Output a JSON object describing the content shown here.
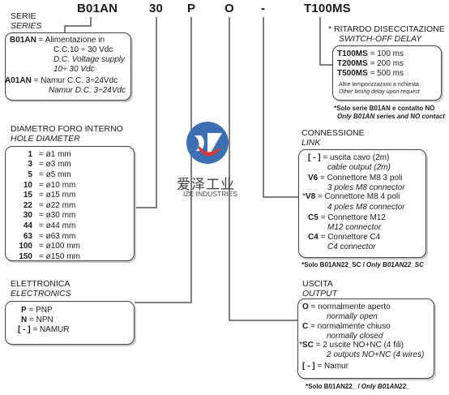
{
  "codes": [
    "B01AN",
    "30",
    "P",
    "O",
    "-",
    "T100MS"
  ],
  "serie": {
    "title": "SERIE",
    "subtitle": "SERIES",
    "b01an_code": "B01AN",
    "b01an_l1": " = Alimentazione in",
    "b01an_l2": "C.C.10 ÷ 30 Vdc",
    "b01an_l3": "D.C. Voltage supply",
    "b01an_l4": "10÷ 30 Vdc",
    "a01an_code": "A01AN",
    "a01an_l1": " = Namur C.C. 3÷24Vdc",
    "a01an_l2": "Namur D.C. 3÷24Vdc"
  },
  "diametro": {
    "title": "DIAMETRO FORO INTERNO",
    "subtitle": "HOLE DIAMETER",
    "rows": [
      {
        "code": "1",
        "value": "= ø1 mm"
      },
      {
        "code": "3",
        "value": "= ø3 mm"
      },
      {
        "code": "5",
        "value": "= ø5 mm"
      },
      {
        "code": "10",
        "value": "= ø10 mm"
      },
      {
        "code": "15",
        "value": "= ø15 mm"
      },
      {
        "code": "22",
        "value": "= ø22 mm"
      },
      {
        "code": "30",
        "value": "= ø30 mm"
      },
      {
        "code": "44",
        "value": "= ø44 mm"
      },
      {
        "code": "63",
        "value": "= ø63 mm"
      },
      {
        "code": "100",
        "value": "= ø100 mm"
      },
      {
        "code": "150",
        "value": "= ø150 mm"
      }
    ]
  },
  "elettronica": {
    "title": "ELETTRONICA",
    "subtitle": "ELECTRONICS",
    "rows": [
      {
        "code": "P",
        "value": " = PNP"
      },
      {
        "code": "N",
        "value": " = NPN"
      },
      {
        "code": "[ - ]",
        "value": " = NAMUR"
      }
    ]
  },
  "ritardo": {
    "title": "* RITARDO DISECCITAZIONE",
    "subtitle": "SWITCH-OFF DELAY",
    "rows": [
      {
        "code": "T100MS",
        "value": " = 100 ms"
      },
      {
        "code": "T200MS",
        "value": " = 200 ms"
      },
      {
        "code": "T500MS",
        "value": " = 500 ms"
      }
    ],
    "other_it": "Altre temporizzazioni a richiesta",
    "other_en": "Other timing delay upon request",
    "note_it": "*Solo serie B01AN e contatto NO",
    "note_en": "Only B01AN series and NO contact"
  },
  "connessione": {
    "title": "CONNESSIONE",
    "subtitle": "LINK",
    "r1_code": "[ - ]",
    "r1_it": " = uscita cavo (2m)",
    "r1_en": "cable output (2m)",
    "r2_code": "V6",
    "r2_it": " = Connettore M8 3 poli",
    "r2_en": "3 poles M8 connector",
    "r3_star": "*",
    "r3_code": "V8",
    "r3_it": " = Connettore M8 4 poli",
    "r3_en": "4 poles M8 connector",
    "r4_code": "C5",
    "r4_it": " = Connettore M12",
    "r4_en": "M12 connector",
    "r5_code": "C4",
    "r5_it": " = Connettore C4",
    "r5_en": "C4 connector",
    "note_prefix": "*Solo B01AN22_SC / ",
    "note_en": "Only B01AN22_SC"
  },
  "uscita": {
    "title": "USCITA",
    "subtitle": "OUTPUT",
    "r1_code": "O",
    "r1_it": " = normalmente aperto",
    "r1_en": "normally open",
    "r2_code": "C",
    "r2_it": " = normalmente chiuso",
    "r2_en": "normally closed",
    "r3_star": "*",
    "r3_code": "SC",
    "r3_it": " = 2 uscite NO+NC (4 fili)",
    "r3_en": "2 outputs NO+NC (4 wires)",
    "r4_code": "[ - ]",
    "r4_it": " = Namur",
    "note_prefix": "*Solo B01AN22_ / ",
    "note_en": "Only B01AN22_"
  },
  "watermark": {
    "cn": "爱泽工业",
    "en": "IZE INDUSTRIES"
  },
  "colors": {
    "wm_blue": "#3c6fb4",
    "wm_red": "#d93a33",
    "line": "#555555",
    "shadow": "#c9c9c9"
  }
}
